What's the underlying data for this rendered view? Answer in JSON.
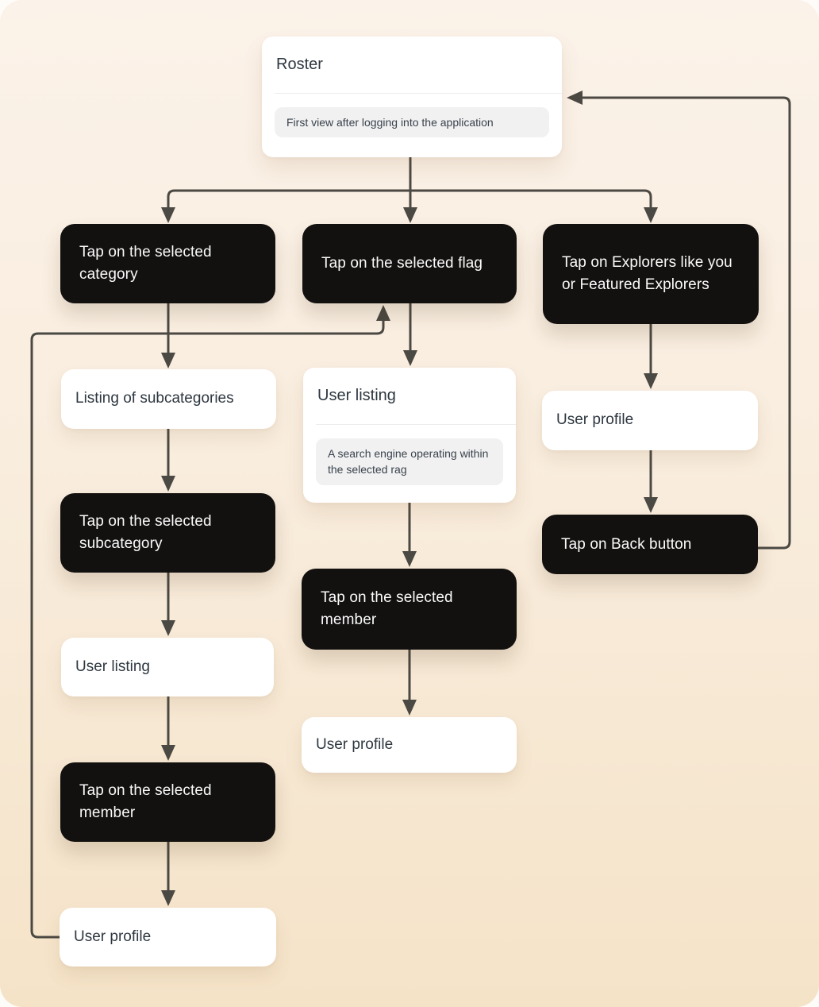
{
  "colors": {
    "canvas_top": "#fbf2e9",
    "canvas_bottom": "#f5e3c8",
    "dark_node_bg": "#131110",
    "dark_node_text": "#fafafa",
    "card_bg": "#ffffff",
    "card_text": "#2e3740",
    "pill_bg": "#f1f1f2",
    "pill_text": "#39424b",
    "arrow": "#4b4943"
  },
  "nodes": {
    "roster": {
      "title": "Roster",
      "note": "First view after logging into the application"
    },
    "tap_category": {
      "label": "Tap on the selected category"
    },
    "tap_flag": {
      "label": "Tap on the selected flag"
    },
    "tap_explorers": {
      "label": "Tap on Explorers like you or Featured Explorers"
    },
    "listing_subcategories": {
      "label": "Listing of subcategories"
    },
    "user_listing_detail": {
      "title": "User listing",
      "note": "A search engine operating within the selected rag"
    },
    "user_profile_right": {
      "label": "User profile"
    },
    "tap_subcategory": {
      "label": "Tap on the selected subcategory"
    },
    "tap_back": {
      "label": "Tap on Back button"
    },
    "user_listing_left": {
      "label": "User listing"
    },
    "tap_member_mid": {
      "label": "Tap on the selected member"
    },
    "user_profile_mid": {
      "label": "User profile"
    },
    "tap_member_left": {
      "label": "Tap on the selected member"
    },
    "user_profile_left": {
      "label": "User profile"
    }
  }
}
